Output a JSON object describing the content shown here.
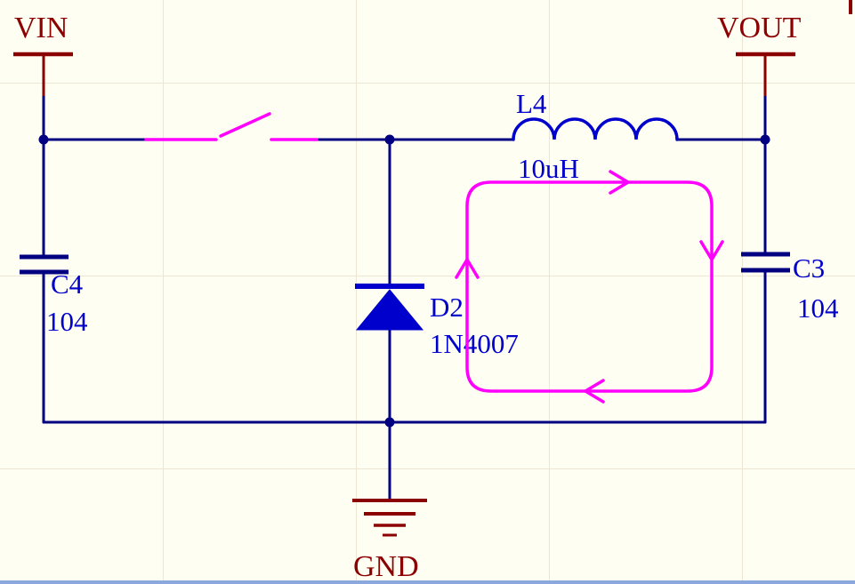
{
  "diagram": {
    "type": "circuit-schematic",
    "description": "Buck converter switching stage with freewheeling current loop annotation",
    "colors": {
      "wire": "#000080",
      "component": "#0000CD",
      "power_label": "#8B0000",
      "highlight": "#FF00FF",
      "background": "#FFFEF2",
      "grid": "#ECE6D2",
      "bottom_edge": "#8AA7DE"
    },
    "power_ports": [
      "VIN",
      "VOUT",
      "GND"
    ],
    "components": [
      {
        "type": "switch",
        "state": "open"
      },
      {
        "type": "inductor",
        "ref": "L4",
        "value": "10uH"
      },
      {
        "type": "diode",
        "ref": "D2",
        "value": "1N4007"
      },
      {
        "type": "capacitor",
        "ref": "C4",
        "value": "104"
      },
      {
        "type": "capacitor",
        "ref": "C3",
        "value": "104"
      }
    ],
    "annotations": [
      {
        "type": "current-loop",
        "shape": "rounded-rect",
        "direction": "clockwise",
        "color": "#FF00FF"
      }
    ]
  },
  "labels": {
    "vin": "VIN",
    "vout": "VOUT",
    "gnd": "GND",
    "l4_ref": "L4",
    "l4_value": "10uH",
    "d2_ref": "D2",
    "d2_value": "1N4007",
    "c4_ref": "C4",
    "c4_value": "104",
    "c3_ref": "C3",
    "c3_value": "104"
  }
}
